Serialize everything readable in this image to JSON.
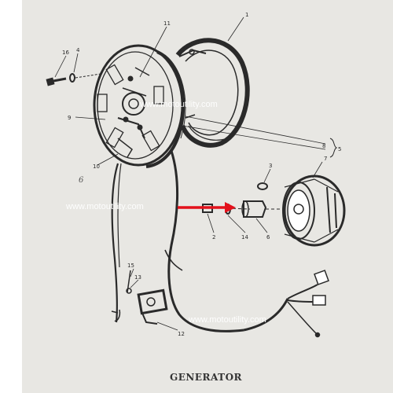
{
  "caption": "GENERATOR",
  "watermark": "www.motoutility.com",
  "part_labels": {
    "p1": "1",
    "p2": "2",
    "p3": "3",
    "p4": "4",
    "p5": "5",
    "p6": "6",
    "p7": "7",
    "p8": "8",
    "p9": "9",
    "p10": "10",
    "p11": "11",
    "p12": "12",
    "p13": "13",
    "p14": "14",
    "p15": "15",
    "p16": "16"
  },
  "handwritten_note": "6",
  "colors": {
    "paper": "#e8e7e3",
    "ink": "#2a2a2a",
    "highlight_arrow": "#e3111b"
  }
}
